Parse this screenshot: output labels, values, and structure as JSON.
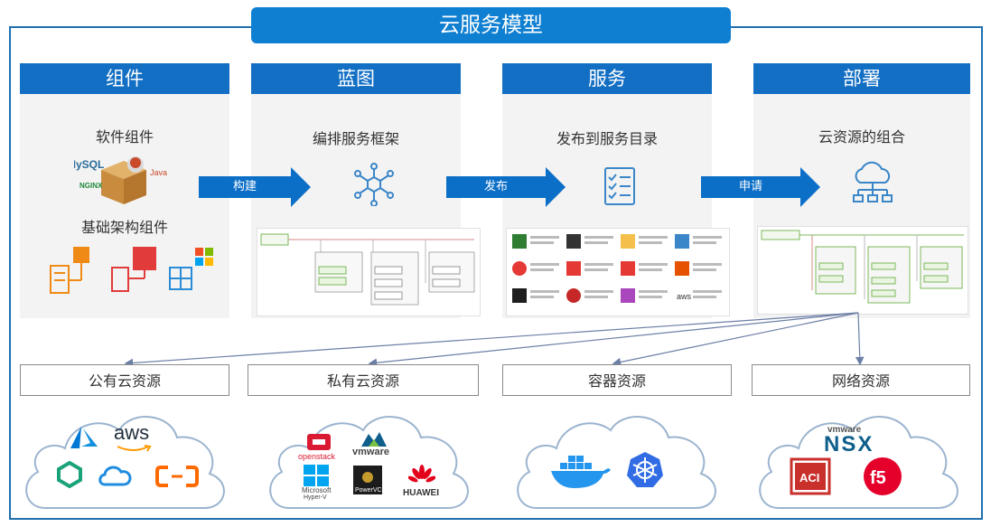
{
  "title": "云服务模型",
  "columns": [
    {
      "header": "组件",
      "subtitle": "软件组件",
      "subtitle2": "基础架构组件"
    },
    {
      "header": "蓝图",
      "subtitle": "编排服务框架"
    },
    {
      "header": "服务",
      "subtitle": "发布到服务目录"
    },
    {
      "header": "部署",
      "subtitle": "云资源的组合"
    }
  ],
  "arrows": [
    "构建",
    "发布",
    "申请"
  ],
  "resources": [
    "公有云资源",
    "私有云资源",
    "容器资源",
    "网络资源"
  ],
  "logos": {
    "mysql": "MySQL",
    "java": "Java",
    "nginx": "NGINX",
    "aws": "aws",
    "openstack": "openstack",
    "vmware": "vmware",
    "microsoft": "Microsoft",
    "hyperv": "Hyper-V",
    "powervc": "PowerVC",
    "huawei": "HUAWEI",
    "nsx": "NSX",
    "aci": "ACI",
    "f5": "f5"
  },
  "colors": {
    "primary": "#136fc4",
    "accent": "#0c6fc7",
    "frame": "#1f6fae"
  }
}
